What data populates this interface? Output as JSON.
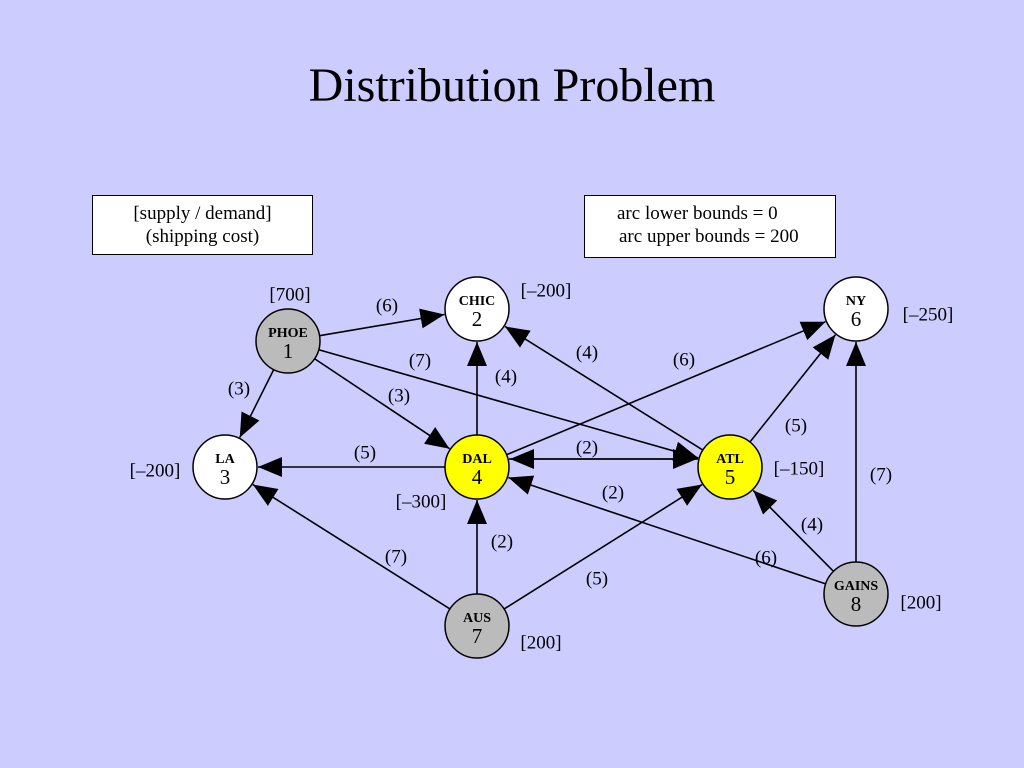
{
  "title": "Distribution Problem",
  "legend": {
    "left": [
      "[supply / demand]",
      "(shipping cost)"
    ],
    "right": [
      "arc lower bounds = 0",
      "arc upper bounds = 200"
    ]
  },
  "colors": {
    "background": "#ccccff",
    "supply_node": "#bbbbbb",
    "transship_node": "#ffff00",
    "demand_node": "#ffffff"
  },
  "nodes": [
    {
      "id": 1,
      "name": "PHOE",
      "number": "1",
      "value": "[700]",
      "fill": "#bbbbbb"
    },
    {
      "id": 2,
      "name": "CHIC",
      "number": "2",
      "value": "[–200]",
      "fill": "#ffffff"
    },
    {
      "id": 3,
      "name": "LA",
      "number": "3",
      "value": "[–200]",
      "fill": "#ffffff"
    },
    {
      "id": 4,
      "name": "DAL",
      "number": "4",
      "value": "[–300]",
      "fill": "#ffff00"
    },
    {
      "id": 5,
      "name": "ATL",
      "number": "5",
      "value": "[–150]",
      "fill": "#ffff00"
    },
    {
      "id": 6,
      "name": "NY",
      "number": "6",
      "value": "[–250]",
      "fill": "#ffffff"
    },
    {
      "id": 7,
      "name": "AUS",
      "number": "7",
      "value": "[200]",
      "fill": "#bbbbbb"
    },
    {
      "id": 8,
      "name": "GAINS",
      "number": "8",
      "value": "[200]",
      "fill": "#bbbbbb"
    }
  ],
  "arcs": [
    {
      "from": 1,
      "to": 2,
      "cost": "(6)"
    },
    {
      "from": 1,
      "to": 3,
      "cost": "(3)"
    },
    {
      "from": 1,
      "to": 4,
      "cost": "(3)"
    },
    {
      "from": 1,
      "to": 5,
      "cost": "(7)"
    },
    {
      "from": 4,
      "to": 2,
      "cost": "(4)"
    },
    {
      "from": 5,
      "to": 2,
      "cost": "(4)"
    },
    {
      "from": 4,
      "to": 3,
      "cost": "(5)"
    },
    {
      "from": 4,
      "to": 6,
      "cost": "(6)"
    },
    {
      "from": 4,
      "to": 5,
      "cost": "(2)"
    },
    {
      "from": 5,
      "to": 4,
      "cost": "(2)"
    },
    {
      "from": 5,
      "to": 6,
      "cost": "(5)"
    },
    {
      "from": 7,
      "to": 3,
      "cost": "(7)"
    },
    {
      "from": 7,
      "to": 4,
      "cost": "(2)"
    },
    {
      "from": 7,
      "to": 5,
      "cost": "(5)"
    },
    {
      "from": 8,
      "to": 4,
      "cost": "(6)"
    },
    {
      "from": 8,
      "to": 5,
      "cost": "(4)"
    },
    {
      "from": 8,
      "to": 6,
      "cost": "(7)"
    }
  ]
}
